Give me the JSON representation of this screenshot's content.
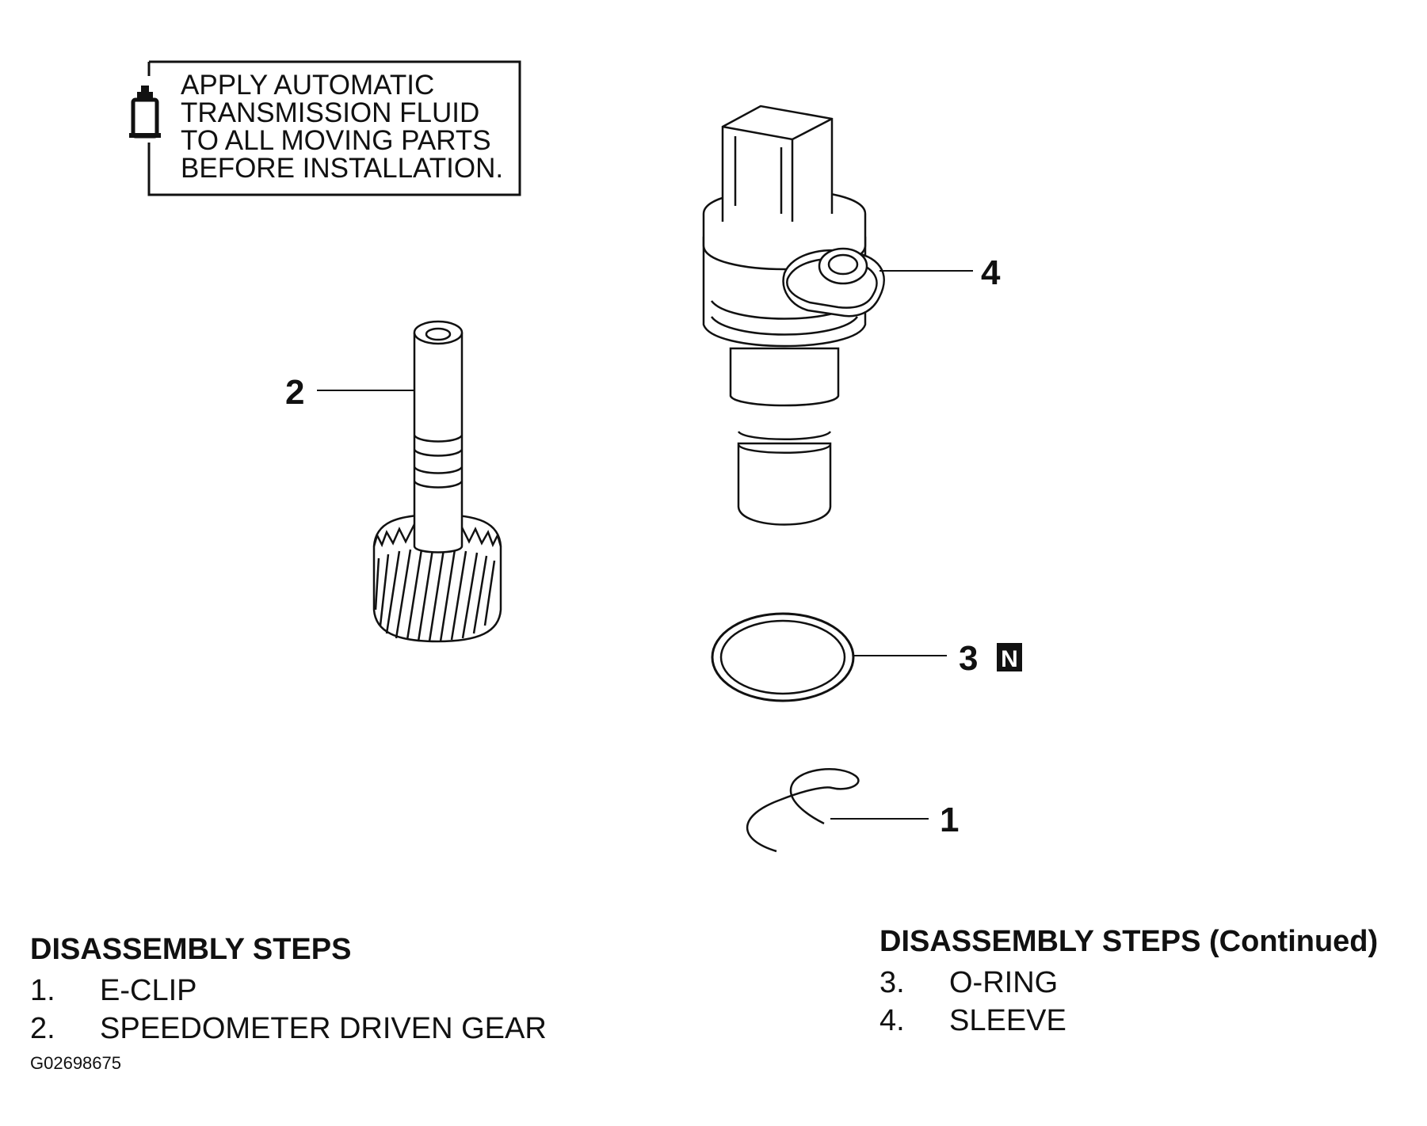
{
  "note": {
    "icon": "fluid-bottle-icon",
    "lines": [
      "APPLY AUTOMATIC",
      "TRANSMISSION FLUID",
      "TO ALL MOVING PARTS",
      "BEFORE INSTALLATION."
    ]
  },
  "callouts": {
    "c1": "1",
    "c2": "2",
    "c3": "3",
    "c3_badge": "N",
    "c4": "4"
  },
  "steps_left": {
    "title": "DISASSEMBLY STEPS",
    "items": [
      {
        "num": "1.",
        "label": "E-CLIP"
      },
      {
        "num": "2.",
        "label": "SPEEDOMETER DRIVEN GEAR"
      }
    ]
  },
  "steps_right": {
    "title": "DISASSEMBLY STEPS (Continued)",
    "items": [
      {
        "num": "3.",
        "label": "O-RING"
      },
      {
        "num": "4.",
        "label": "SLEEVE"
      }
    ]
  },
  "figure_id": "G02698675"
}
